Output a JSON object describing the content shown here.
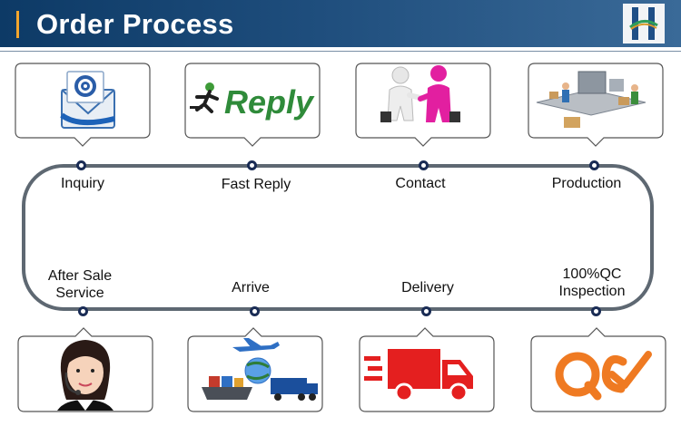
{
  "header": {
    "title": "Order Process",
    "accent_color": "#f3a62d",
    "bar_color": "#16457a"
  },
  "logo": {
    "icon": "company-logo-icon"
  },
  "process_steps": [
    {
      "label": "Inquiry",
      "icon": "email-envelope-icon"
    },
    {
      "label": "Fast Reply",
      "icon": "reply-runner-icon",
      "icon_text": "Reply"
    },
    {
      "label": "Contact",
      "icon": "handshake-icon"
    },
    {
      "label": "Production",
      "icon": "production-line-icon"
    },
    {
      "label": "100%QC\nInspection",
      "icon": "qc-check-icon"
    },
    {
      "label": "Delivery",
      "icon": "delivery-truck-icon"
    },
    {
      "label": "Arrive",
      "icon": "plane-ship-arrive-icon"
    },
    {
      "label": "After Sale\nService",
      "icon": "customer-service-icon"
    }
  ],
  "colors": {
    "loop": "#5e6872",
    "node": "#1a2c55"
  }
}
